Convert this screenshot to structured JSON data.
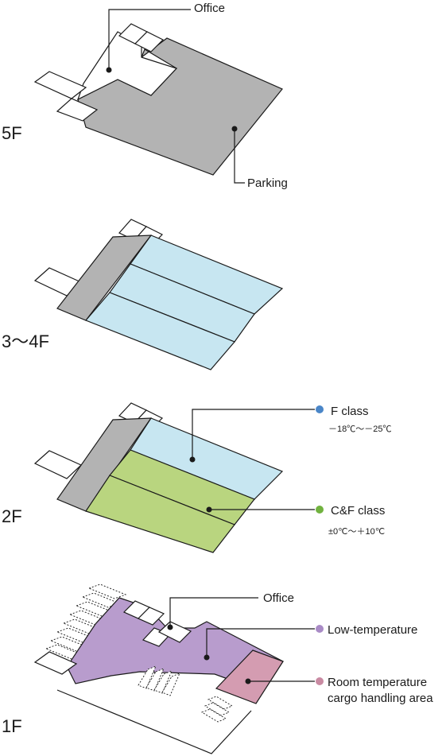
{
  "floors": [
    {
      "label": "5F",
      "callouts": [
        "Office",
        "Parking"
      ]
    },
    {
      "label": "3～4F"
    },
    {
      "label": "2F",
      "callouts": [
        {
          "name": "F class",
          "range": "－18℃～－25℃"
        },
        {
          "name": "C&F class",
          "range": "±0℃～＋10℃"
        }
      ]
    },
    {
      "label": "1F",
      "callouts": [
        "Office",
        "Low-temperature",
        "Room temperature",
        "cargo handling area"
      ]
    }
  ],
  "colors": {
    "parking": "#b3b3b3",
    "f_class": "#c7e6f1",
    "cf_class": "#b9d57f",
    "low_temperature": "#b89ccd",
    "room_temperature": "#d49cb1",
    "f_class_dot": "#4a86c8",
    "cf_class_dot": "#71b23f",
    "low_temperature_dot": "#a98bc6",
    "room_temperature_dot": "#c98aa2",
    "outline": "#1a1a1a"
  }
}
